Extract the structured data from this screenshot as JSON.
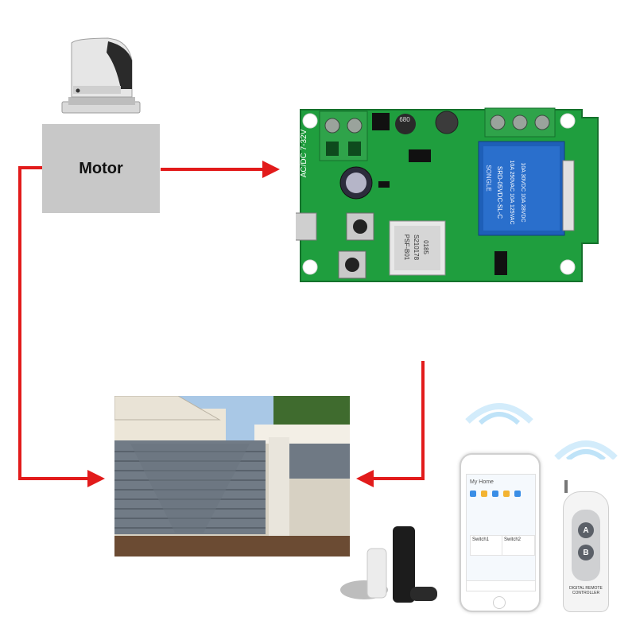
{
  "diagram": {
    "motor_label": "Motor",
    "arrow_color": "#e21b1b",
    "board_color": "#1f9e3e"
  },
  "pcb": {
    "terminal_left_text": "AC/DC 7-32V",
    "relay_line1": "SONGLE",
    "relay_line2": "SRD-05VDC-SL-C",
    "relay_line3": "10A 250VAC 10A 125VAC",
    "relay_line4": "10A 30VDC 10A 28VDC",
    "wifi_module_text1": "PSF-B01",
    "wifi_module_text2": "S210178",
    "wifi_module_text3": "0185",
    "capacitor_text": "680"
  },
  "phone": {
    "app_header": "My Home",
    "device1": "Switch1",
    "device2": "Switch2"
  },
  "remote": {
    "button_a": "A",
    "button_b": "B",
    "brand_text": "DIGITAL REMOTE CONTROLLER"
  },
  "icons": [
    "gate-motor-icon",
    "wifi-signal-icon",
    "smart-speaker-icon",
    "smartphone-icon",
    "rf-remote-icon",
    "sliding-gate-photo"
  ]
}
